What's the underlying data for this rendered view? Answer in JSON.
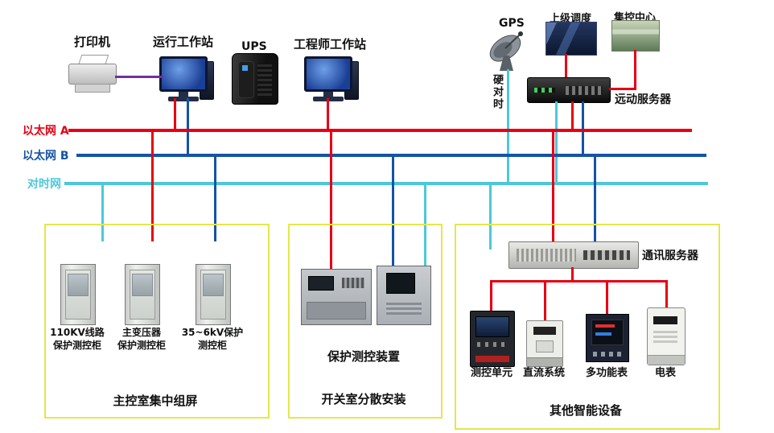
{
  "colors": {
    "eth_a": "#e60012",
    "eth_b": "#1553a5",
    "time_net": "#4cc8d9",
    "printer_link": "#7030a0",
    "box_border": "#e4e74b",
    "branch_red": "#e60012"
  },
  "nodes": {
    "printer": "打印机",
    "op_workstation": "运行工作站",
    "ups": "UPS",
    "eng_workstation": "工程师工作站",
    "gps": "GPS",
    "dispatch": "上级调度",
    "control_center": "集控中心",
    "rtu_server": "远动服务器",
    "hard_time": "硬对时"
  },
  "buses": {
    "eth_a": "以太网 A",
    "eth_b": "以太网 B",
    "time_net": "对时网"
  },
  "left_box": {
    "title": "主控室集中组屏",
    "cabinets": [
      {
        "line1": "110KV线路",
        "line2": "保护测控柜"
      },
      {
        "line1": "主变压器",
        "line2": "保护测控柜"
      },
      {
        "line1": "35~6kV保护",
        "line2": "测控柜"
      }
    ]
  },
  "middle_box": {
    "device_label": "保护测控装置",
    "title": "开关室分散安装"
  },
  "right_box": {
    "comm_server": "通讯服务器",
    "devices": [
      "测控单元",
      "直流系统",
      "多功能表",
      "电表"
    ],
    "title": "其他智能设备"
  }
}
